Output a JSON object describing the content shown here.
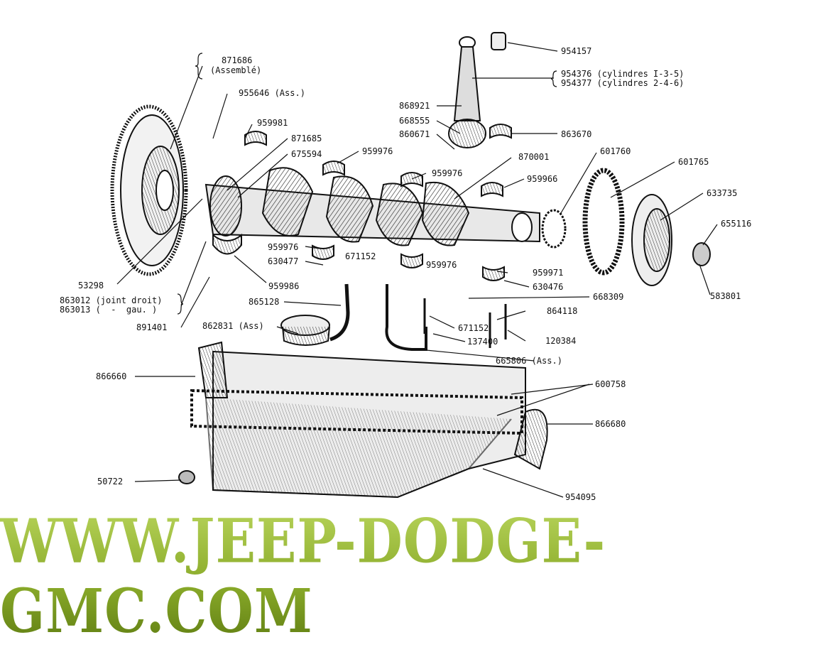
{
  "labels": {
    "l954157": "954157",
    "l954376": "954376 (cylindres I-3-5)",
    "l954377": "954377 (cylindres 2-4-6)",
    "l871686": "871686",
    "lassemble": "(Assemblé)",
    "l955646": "955646 (Ass.)",
    "l959981": "959981",
    "l871685": "871685",
    "l675594": "675594",
    "l959976a": "959976",
    "l868921": "868921",
    "l668555": "668555",
    "l860671": "860671",
    "l863670": "863670",
    "l870001": "870001",
    "l959976b": "959976",
    "l959966": "959966",
    "l601760": "601760",
    "l601765": "601765",
    "l633735": "633735",
    "l655116": "655116",
    "l583801": "583801",
    "l959976c": "959976",
    "l630477": "630477",
    "l671152a": "671152",
    "l959976d": "959976",
    "l959971": "959971",
    "l630476": "630476",
    "l668309": "668309",
    "l53298": "53298",
    "l959986": "959986",
    "l863012": "863012 (joint droit)",
    "l863013": "863013 (  -  gau. )",
    "l865128": "865128",
    "l864118": "864118",
    "l891401": "891401",
    "l862831": "862831 (Ass)",
    "l671152b": "671152",
    "l137400": "137400",
    "l120384": "120384",
    "l665806": "665806 (Ass.)",
    "l866660": "866660",
    "l600758": "600758",
    "l866680": "866680",
    "l50722": "50722",
    "l954095": "954095"
  },
  "watermark": "WWW.JEEP-DODGE-GMC.COM"
}
